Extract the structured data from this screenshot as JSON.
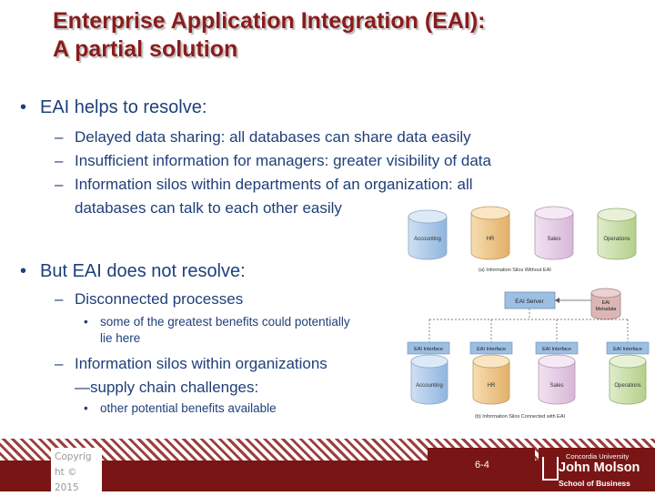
{
  "title": {
    "line1": "Enterprise Application Integration (EAI):",
    "line2": "A partial solution"
  },
  "bullets": {
    "main1": "EAI helps to resolve:",
    "sub1": [
      "Delayed data sharing: all databases can share data easily",
      "Insufficient information for managers: greater visibility of data",
      "Information silos within departments of an organization: all",
      "databases can talk to each other easily"
    ],
    "main2": "But EAI does not resolve:",
    "sub2a": "Disconnected processes",
    "sub2a_detail": [
      "some of the greatest benefits could potentially",
      "lie here"
    ],
    "sub2b": [
      "Information silos within organizations",
      "—supply chain challenges:"
    ],
    "sub2b_detail": "other potential benefits available"
  },
  "diagram_top": {
    "databases": [
      "Accounting",
      "HR",
      "Sales",
      "Operations"
    ],
    "caption": "(a) Information Silos Without EAI"
  },
  "diagram_bottom": {
    "server": "EAI Server",
    "metadata": [
      "EAI",
      "Metadata"
    ],
    "interfaces": [
      "EAI Interface",
      "EAI Interface",
      "EAI Interface",
      "EAI Interface"
    ],
    "databases": [
      "Accounting",
      "HR",
      "Sales",
      "Operations"
    ],
    "caption": "(b) Information Silos Connected with EAI"
  },
  "footer": {
    "copyright": [
      "Copyrig",
      "ht ©",
      "2015"
    ],
    "page": "6-4",
    "logo_univ": "Concordia University",
    "logo_name": "John Molson",
    "logo_school": "School of Business"
  },
  "colors": {
    "title": "#8a1c1c",
    "text": "#1f3f7a",
    "footer": "#7a1515",
    "db_blue": "#a9c7e8",
    "db_orange": "#f0c98a",
    "db_pink": "#e6cde6",
    "db_green": "#c9dea6"
  }
}
